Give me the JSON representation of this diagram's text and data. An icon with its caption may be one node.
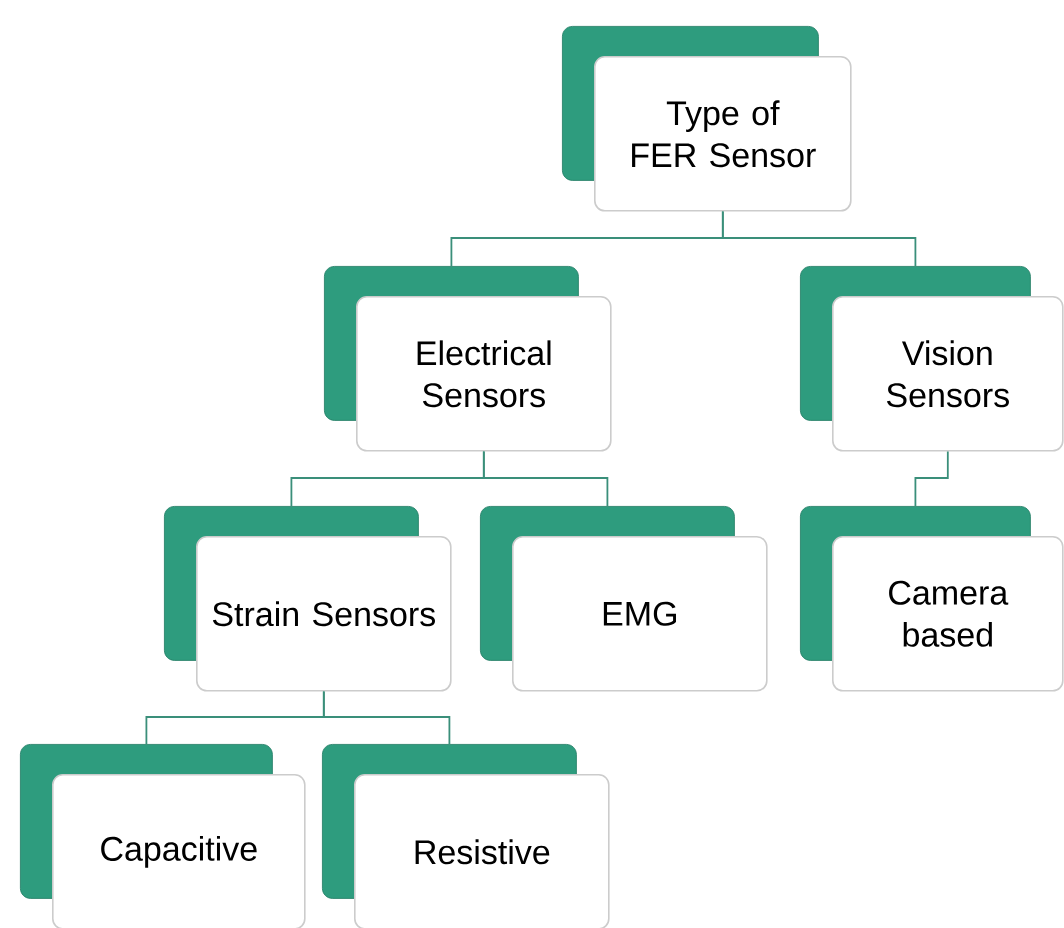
{
  "diagram": {
    "nodes": [
      {
        "text": [
          "Type of FER Sensor"
        ]
      },
      {
        "text": [
          "Electrical Sensors"
        ]
      },
      {
        "text": [
          "Vision Sensors"
        ]
      },
      {
        "text": [
          "Strain Sensors"
        ]
      },
      {
        "text": [
          "EMG"
        ]
      },
      {
        "text": [
          "Camera based"
        ]
      },
      {
        "text": [
          "Capacitive"
        ]
      },
      {
        "text": [
          "Resistive"
        ]
      }
    ],
    "edges": [
      {
        "from": 0,
        "to": 1,
        "arrow": "none"
      },
      {
        "from": 0,
        "to": 2,
        "arrow": "none"
      },
      {
        "from": 1,
        "to": 3,
        "arrow": "none"
      },
      {
        "from": 1,
        "to": 4,
        "arrow": "none"
      },
      {
        "from": 2,
        "to": 5,
        "arrow": "none"
      },
      {
        "from": 3,
        "to": 6,
        "arrow": "none"
      },
      {
        "from": 3,
        "to": 7,
        "arrow": "none"
      }
    ]
  }
}
